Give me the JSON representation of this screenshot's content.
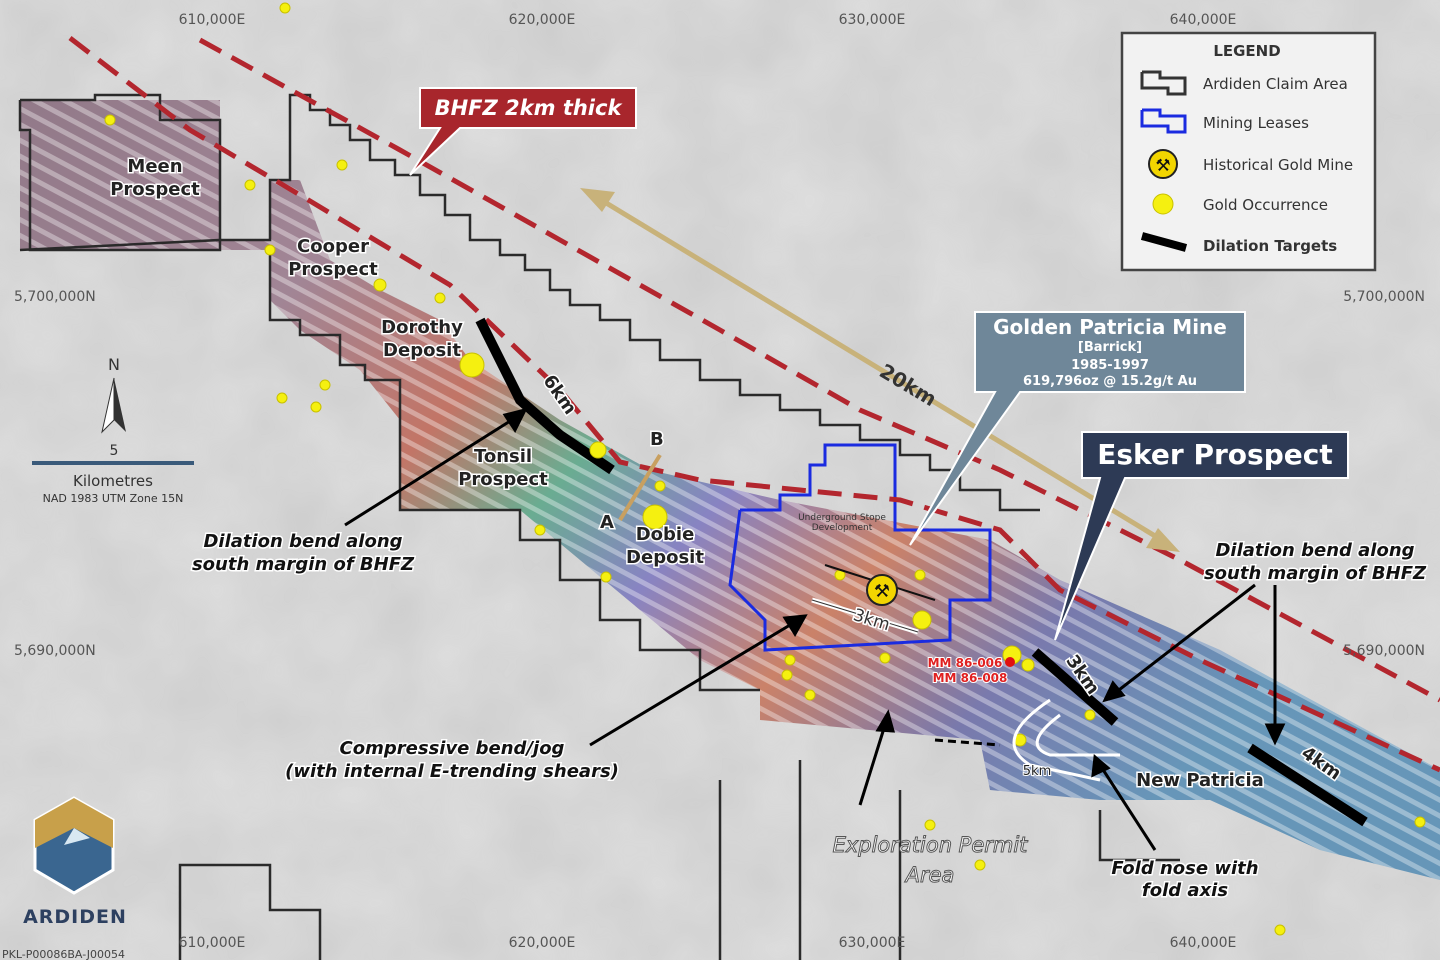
{
  "grid": {
    "eastings": [
      "610,000E",
      "620,000E",
      "630,000E",
      "640,000E"
    ],
    "northings": [
      "5,700,000N",
      "5,690,000N"
    ]
  },
  "legend": {
    "title": "LEGEND",
    "items": [
      {
        "label": "Ardiden Claim Area",
        "icon": "claim-outline-icon",
        "color": "#333333"
      },
      {
        "label": "Mining Leases",
        "icon": "lease-outline-icon",
        "color": "#1a2be0"
      },
      {
        "label": "Historical Gold Mine",
        "icon": "pick-hammer-icon",
        "color": "#f2d500"
      },
      {
        "label": "Gold Occurrence",
        "icon": "yellow-dot-icon",
        "color": "#f5f010"
      },
      {
        "label": "Dilation Targets",
        "icon": "thick-black-line-icon",
        "color": "#000000"
      }
    ]
  },
  "callouts": {
    "bhfz": "BHFZ 2km thick",
    "golden_patricia": {
      "title": "Golden Patricia Mine",
      "owner": "[Barrick]",
      "years": "1985-1997",
      "production": "619,796oz @ 15.2g/t Au"
    },
    "esker": "Esker Prospect"
  },
  "labels": {
    "meen": [
      "Meen",
      "Prospect"
    ],
    "cooper": [
      "Cooper",
      "Prospect"
    ],
    "dorothy": [
      "Dorothy",
      "Deposit"
    ],
    "tonsil": [
      "Tonsil",
      "Prospect"
    ],
    "dobie": [
      "Dobie",
      "Deposit"
    ],
    "new_patricia": "New Patricia",
    "a": "A",
    "b": "B",
    "km6": "6km",
    "km3_target": "3km",
    "km4": "4km",
    "km20": "20km",
    "km3_mine": "3km",
    "km5": "5km",
    "stope": [
      "Underground Stope",
      "Development"
    ],
    "drill1": "MM 86-006",
    "drill2": "MM 86-008",
    "exploration": [
      "Exploration Permit",
      "Area"
    ]
  },
  "annotations": {
    "dilation_left": [
      "Dilation bend along",
      "south margin of BHFZ"
    ],
    "dilation_right": [
      "Dilation bend along",
      "south margin of BHFZ"
    ],
    "compressive": [
      "Compressive bend/jog",
      "(with internal E-trending shears)"
    ],
    "fold": [
      "Fold nose with",
      "fold axis"
    ]
  },
  "scale": {
    "north": "N",
    "value": "5",
    "unit": "Kilometres",
    "datum": "NAD 1983 UTM Zone 15N"
  },
  "brand": {
    "name": "ARDIDEN",
    "ref": "PKL-P00086BA-J00054"
  },
  "colors": {
    "fault": "#b3262e",
    "callout": "#a8262c",
    "gp_box": "#6f8799",
    "esker_box": "#2d3a55"
  }
}
